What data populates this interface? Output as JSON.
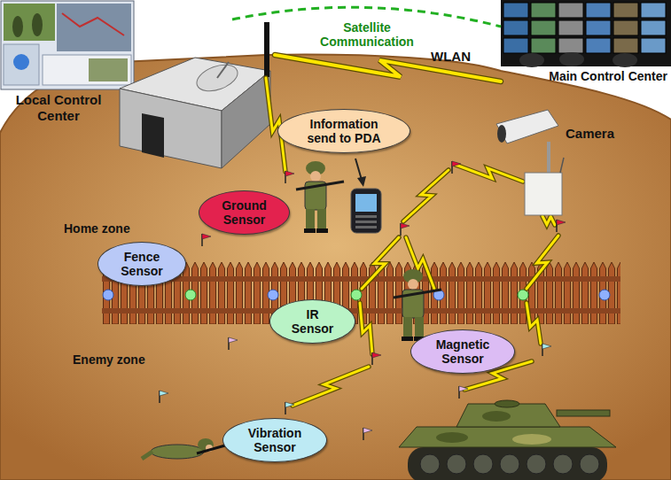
{
  "diagram": {
    "nodes": [
      {
        "text": [
          "Local Control Center"
        ]
      },
      {
        "text": [
          "Main Control Center"
        ]
      },
      {
        "text": [
          "Information send to PDA"
        ]
      },
      {
        "text": [
          "Ground Sensor"
        ]
      },
      {
        "text": [
          "Fence Sensor"
        ]
      },
      {
        "text": [
          "IR Sensor"
        ]
      },
      {
        "text": [
          "Magnetic Sensor"
        ]
      },
      {
        "text": [
          "Vibration Sensor"
        ]
      }
    ],
    "edges": [
      {
        "from": 0,
        "to": 1,
        "arrow": "none",
        "label": "Satellite Communication"
      },
      {
        "from": 0,
        "to": 1,
        "arrow": "none",
        "label": "WLAN"
      }
    ],
    "labels": [
      "Camera",
      "Home zone",
      "Enemy zone"
    ]
  }
}
